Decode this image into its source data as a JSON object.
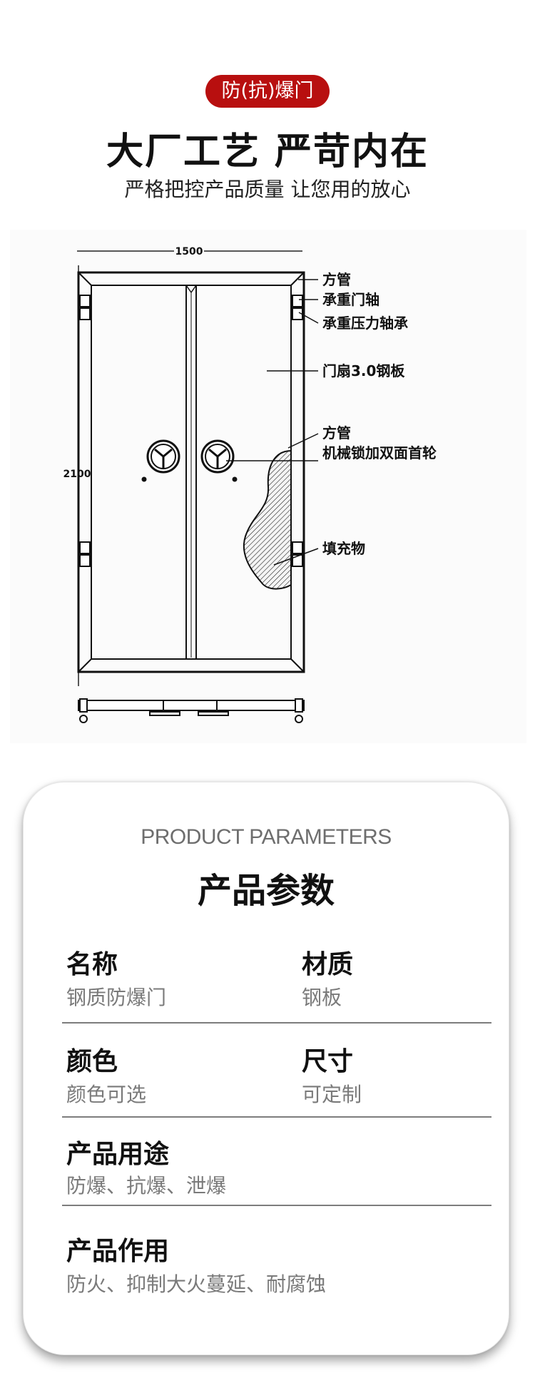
{
  "header": {
    "badge": "防(抗)爆门",
    "headline": "大厂工艺  严苛内在",
    "subline": "严格把控产品质量  让您用的放心"
  },
  "diagram": {
    "width_label": "1500",
    "height_label": "2100",
    "callouts": {
      "square_tube_top": "方管",
      "load_hinge": "承重门轴",
      "pressure_bearing": "承重压力轴承",
      "door_leaf": "门扇3.0钢板",
      "square_tube_side": "方管",
      "mech_lock": "机械锁加双面首轮",
      "filler": "填充物"
    }
  },
  "params": {
    "title_en": "PRODUCT PARAMETERS",
    "title_cn": "产品参数",
    "name_label": "名称",
    "name_value": "钢质防爆门",
    "material_label": "材质",
    "material_value": "钢板",
    "color_label": "颜色",
    "color_value": "颜色可选",
    "size_label": "尺寸",
    "size_value": "可定制",
    "usage_label": "产品用途",
    "usage_value": "防爆、抗爆、泄爆",
    "function_label": "产品作用",
    "function_value": "防火、抑制大火蔓延、耐腐蚀"
  },
  "colors": {
    "badge_bg": "#b80f0f",
    "value_text": "#7a7a7a"
  }
}
